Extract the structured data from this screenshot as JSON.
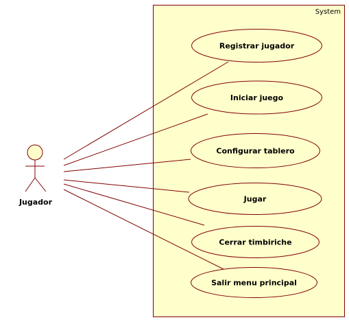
{
  "system": {
    "label": "System"
  },
  "actor": {
    "name": "Jugador"
  },
  "use_cases": [
    {
      "label": "Registrar jugador"
    },
    {
      "label": "Iniciar juego"
    },
    {
      "label": "Configurar tablero"
    },
    {
      "label": "Jugar"
    },
    {
      "label": "Cerrar timbiriche"
    },
    {
      "label": "Salir menu principal"
    }
  ],
  "colors": {
    "system_fill": "#ffffcc",
    "use_case_fill": "#ffffcc",
    "actor_head_fill": "#ffffcc",
    "line_color": "#800000",
    "border_color": "#800000"
  }
}
